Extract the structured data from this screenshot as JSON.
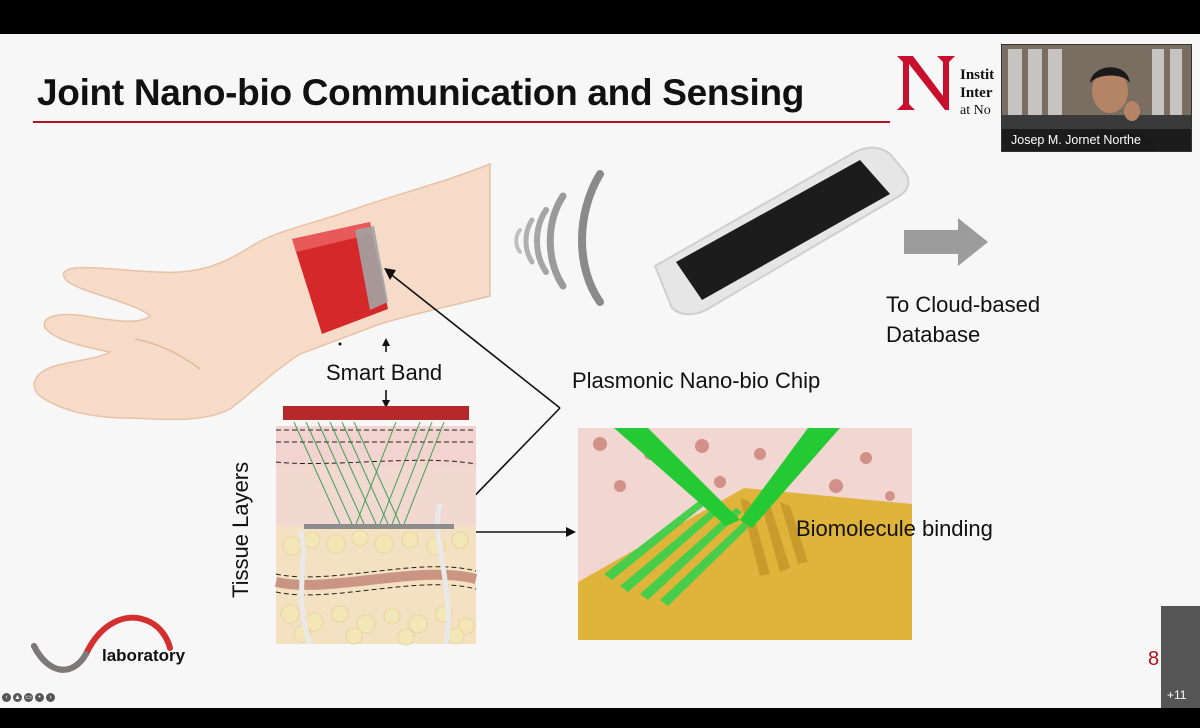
{
  "slide": {
    "title": "Joint Nano-bio Communication and Sensing",
    "institute_line1": "Instit",
    "institute_line2": "Inter",
    "institute_line3": "at No",
    "labels": {
      "smart_band": "Smart Band",
      "chip": "Plasmonic Nano-bio Chip",
      "cloud_line1": "To Cloud-based",
      "cloud_line2": "Database",
      "binding": "Biomolecule binding",
      "tissue": "Tissue Layers"
    },
    "lab_logo_text": "laboratory",
    "page_number": "8"
  },
  "video": {
    "participant_name": "Josep M. Jornet Northe"
  },
  "participants_more": "+11",
  "icons": [
    "northeastern-n-logo",
    "wireless-signal-icon",
    "arrow-right-icon",
    "lab-wave-logo"
  ],
  "colors": {
    "title_rule": "#b3121e",
    "band_red": "#d4282b",
    "chip_green": "#2fbf3a",
    "gold": "#e0b43a"
  }
}
